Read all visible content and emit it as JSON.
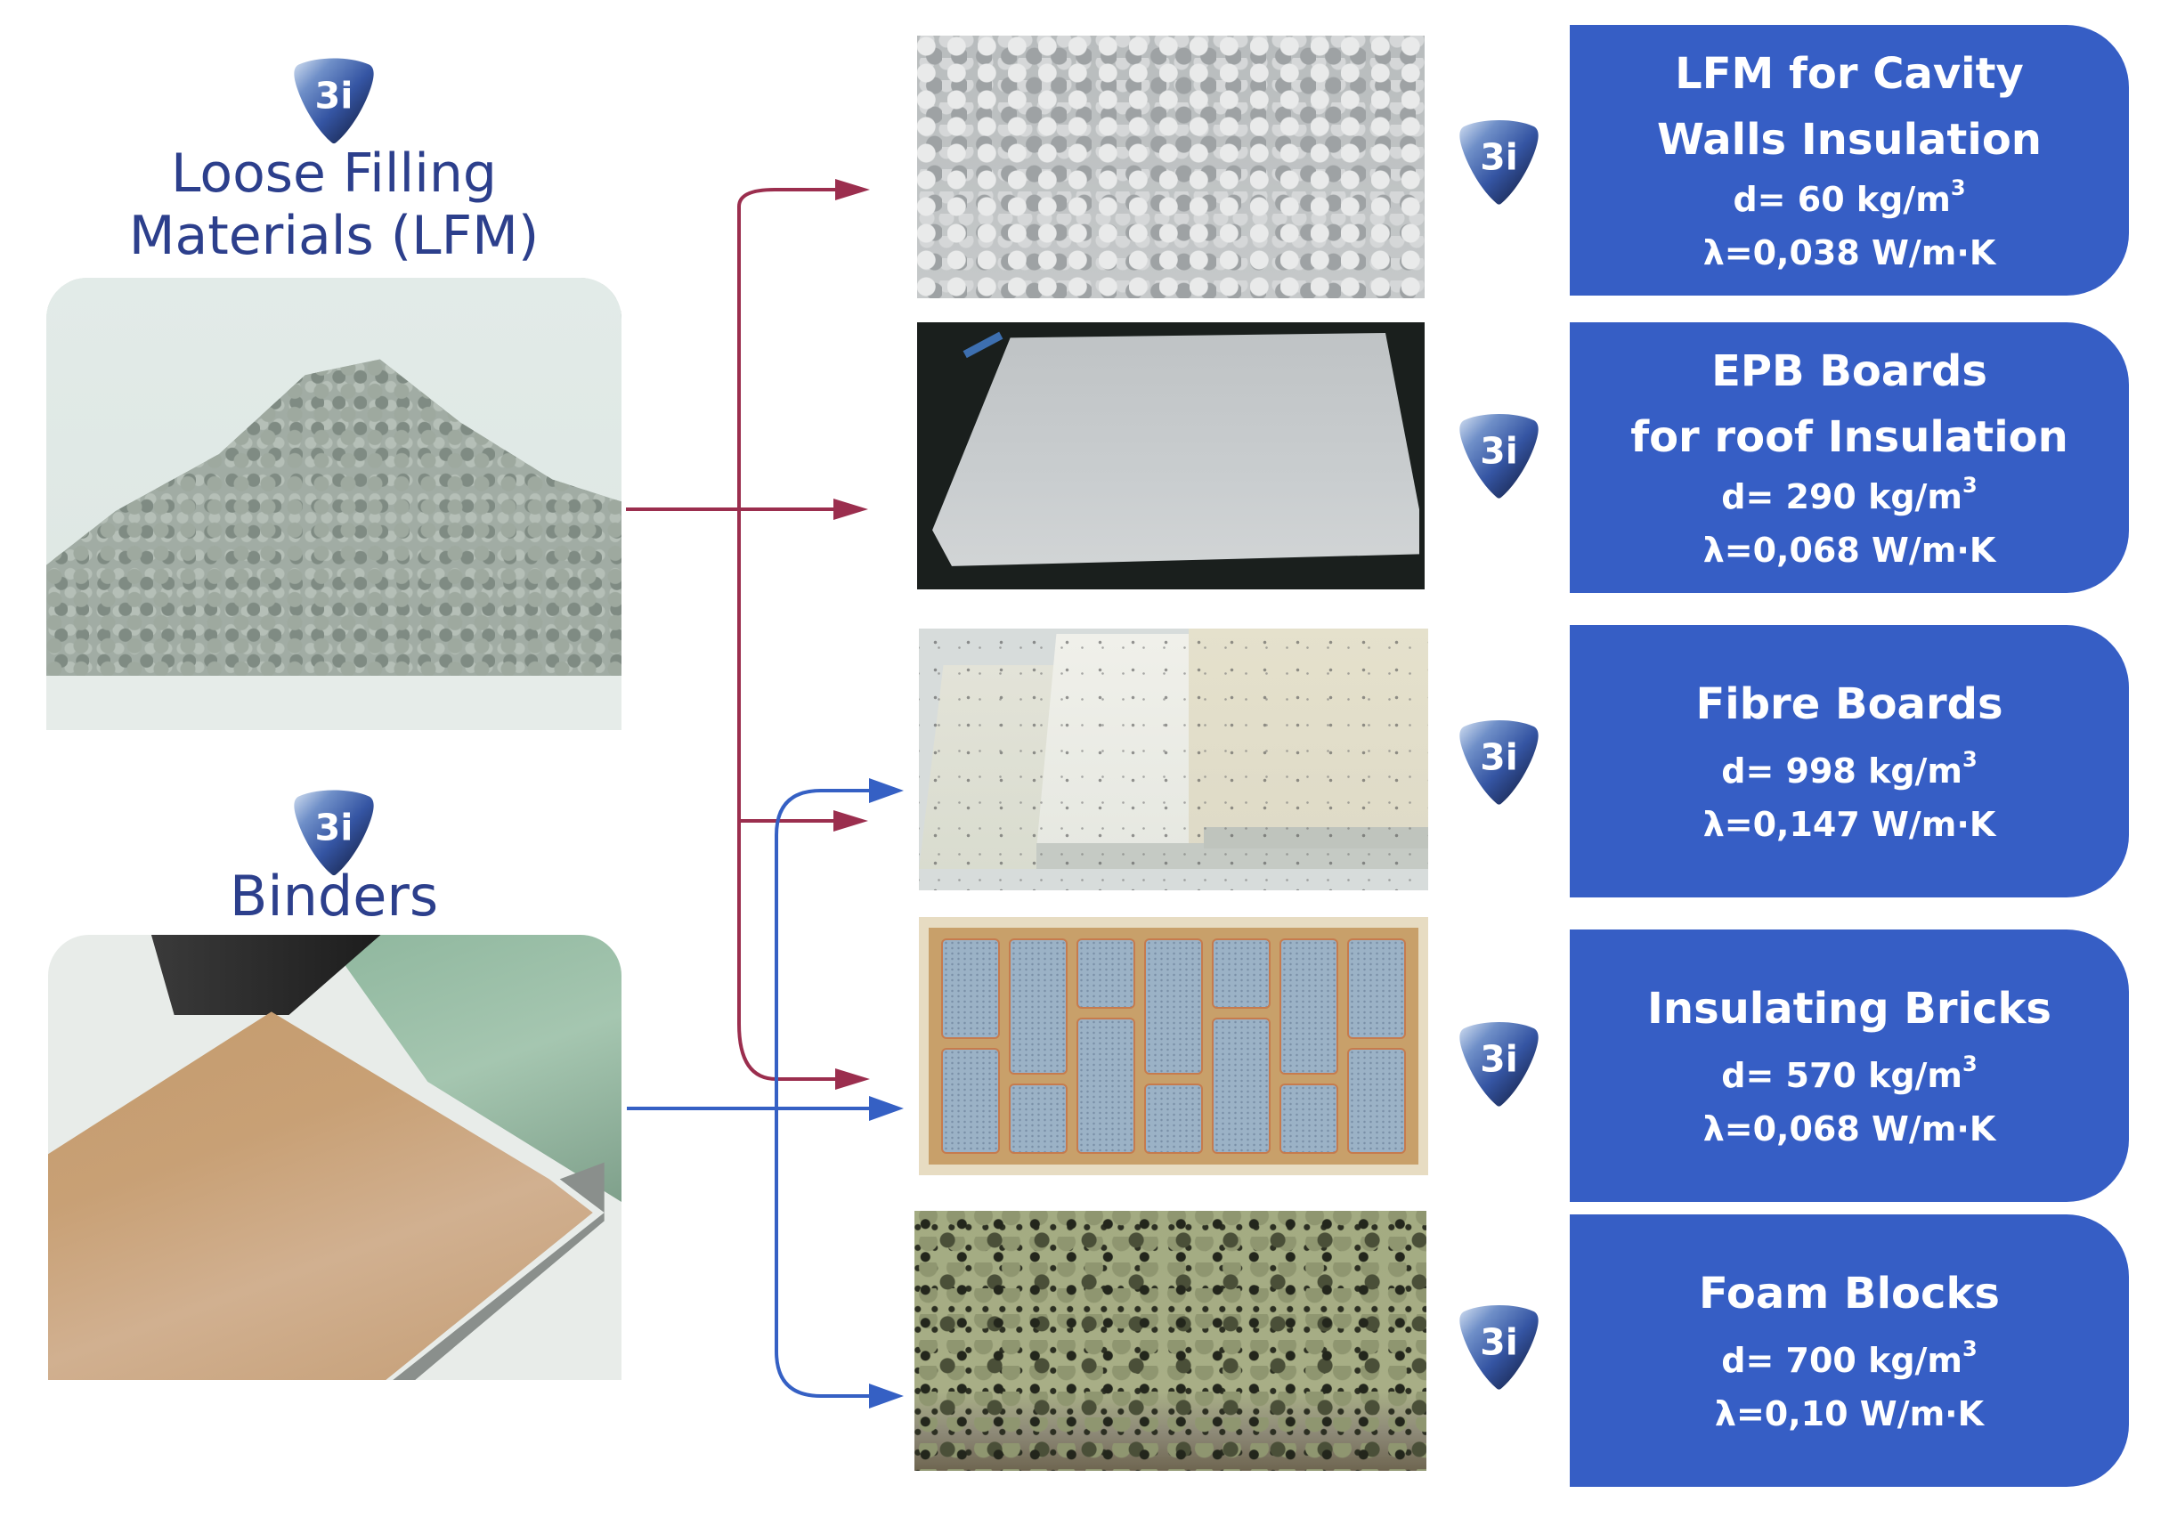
{
  "colors": {
    "heading_text": "#2c3f8c",
    "box_fill": "#365ec5",
    "box_text": "#ffffff",
    "arrow_lfm": "#9b2e4e",
    "arrow_binders": "#3560c4",
    "background": "#ffffff"
  },
  "logo_text": "3i",
  "sources": [
    {
      "id": "lfm",
      "heading_line1": "Loose Filling",
      "heading_line2": "Materials (LFM)",
      "icon": "3i-shield-logo",
      "photo": "loose-filling-granules-photo",
      "arrow_color_key": "arrow_lfm"
    },
    {
      "id": "binders",
      "heading_line1": "Binders",
      "icon": "3i-shield-logo",
      "photo": "binder-sample-block-photo",
      "arrow_color_key": "arrow_binders"
    }
  ],
  "products": [
    {
      "title_line1": "LFM for Cavity",
      "title_line2": "Walls Insulation",
      "density_prefix": "d= 60 kg/m",
      "density_sup": "3",
      "conductivity": "λ=0,038 W/m·K",
      "photo": "lfm-cavity-granules-photo",
      "inputs": [
        "lfm"
      ]
    },
    {
      "title_line1": "EPB Boards",
      "title_line2": "for roof Insulation",
      "density_prefix": "d= 290 kg/m",
      "density_sup": "3",
      "conductivity": "λ=0,068 W/m·K",
      "photo": "epb-board-photo",
      "inputs": [
        "lfm"
      ]
    },
    {
      "title_line1": "Fibre Boards",
      "density_prefix": "d= 998 kg/m",
      "density_sup": "3",
      "conductivity": "λ=0,147 W/m·K",
      "photo": "fibre-boards-photo",
      "inputs": [
        "lfm",
        "binders"
      ]
    },
    {
      "title_line1": "Insulating Bricks",
      "density_prefix": "d= 570 kg/m",
      "density_sup": "3",
      "conductivity": "λ=0,068 W/m·K",
      "photo": "insulating-brick-photo",
      "inputs": [
        "lfm",
        "binders"
      ]
    },
    {
      "title_line1": "Foam Blocks",
      "density_prefix": "d= 700 kg/m",
      "density_sup": "3",
      "conductivity": "λ=0,10 W/m·K",
      "photo": "foam-block-photo",
      "inputs": [
        "binders"
      ]
    }
  ]
}
